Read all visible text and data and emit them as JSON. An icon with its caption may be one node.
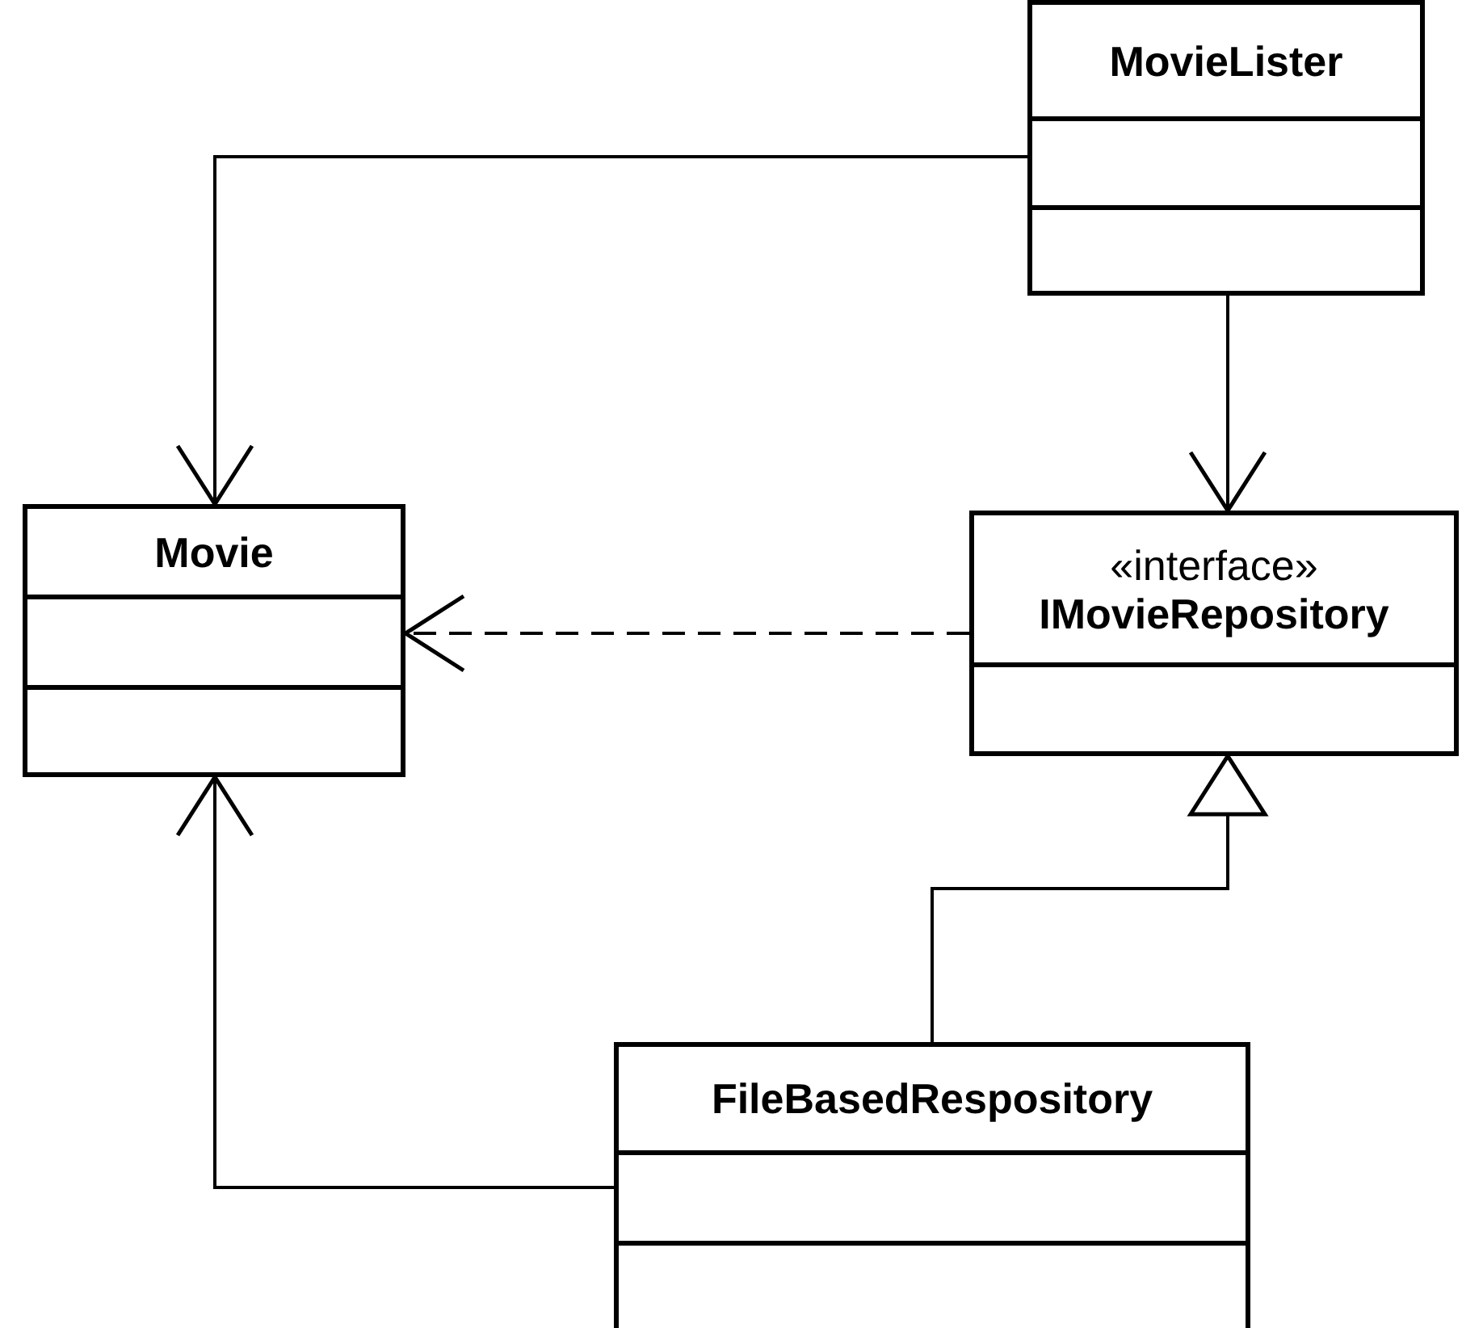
{
  "diagram": {
    "nodes": [
      {
        "text": [
          "MovieLister"
        ]
      },
      {
        "text": [
          "Movie"
        ]
      },
      {
        "text": [
          "«interface»",
          "IMovieRepository"
        ]
      },
      {
        "text": [
          "FileBasedRespository"
        ]
      }
    ],
    "edges": [
      {
        "from": 0,
        "to": 1,
        "arrow": "to"
      },
      {
        "from": 0,
        "to": 2,
        "arrow": "to"
      },
      {
        "from": 2,
        "to": 1,
        "arrow": "to",
        "style": "dashed"
      },
      {
        "from": 3,
        "to": 2,
        "arrow": "to"
      },
      {
        "from": 3,
        "to": 1,
        "arrow": "to"
      }
    ]
  }
}
